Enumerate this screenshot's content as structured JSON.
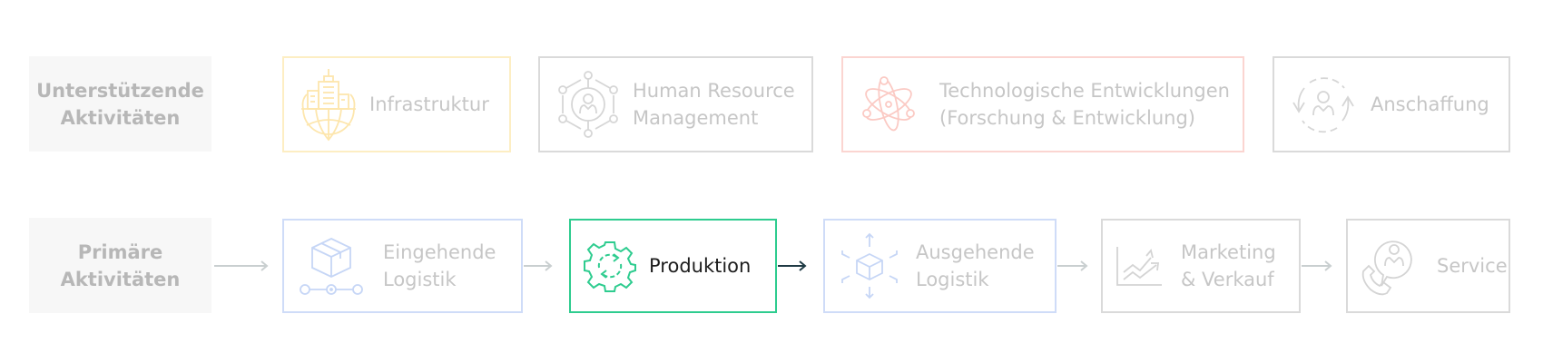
{
  "rows": {
    "support": {
      "label": "Unterstützende\nAktivitäten",
      "items": [
        {
          "label": "Infrastruktur",
          "icon": "city-globe-icon",
          "color": "#fdeec3"
        },
        {
          "label": "Human Resource\nManagement",
          "icon": "people-network-icon",
          "color": "#dadada"
        },
        {
          "label": "Technologische Entwicklungen\n(Forschung & Entwicklung)",
          "icon": "atom-icon",
          "color": "#fbd5d1"
        },
        {
          "label": "Anschaffung",
          "icon": "person-cycle-icon",
          "color": "#dadada"
        }
      ]
    },
    "primary": {
      "label": "Primäre\nAktivitäten",
      "items": [
        {
          "label": "Eingehende\nLogistik",
          "icon": "box-route-icon",
          "color": "#cfdcf8"
        },
        {
          "label": "Produktion",
          "icon": "gear-cycle-icon",
          "color": "#2ecc8f",
          "active": true
        },
        {
          "label": "Ausgehende\nLogistik",
          "icon": "box-distribute-icon",
          "color": "#cfdcf8"
        },
        {
          "label": "Marketing\n& Verkauf",
          "icon": "growth-chart-icon",
          "color": "#dadada"
        },
        {
          "label": "Service",
          "icon": "phone-support-icon",
          "color": "#dadada"
        }
      ]
    }
  },
  "colors": {
    "active": "#2ecc8f",
    "active_arrow": "#1f3a44",
    "inactive_arrow": "#c9cfd0",
    "label_bg": "#f7f7f7"
  }
}
